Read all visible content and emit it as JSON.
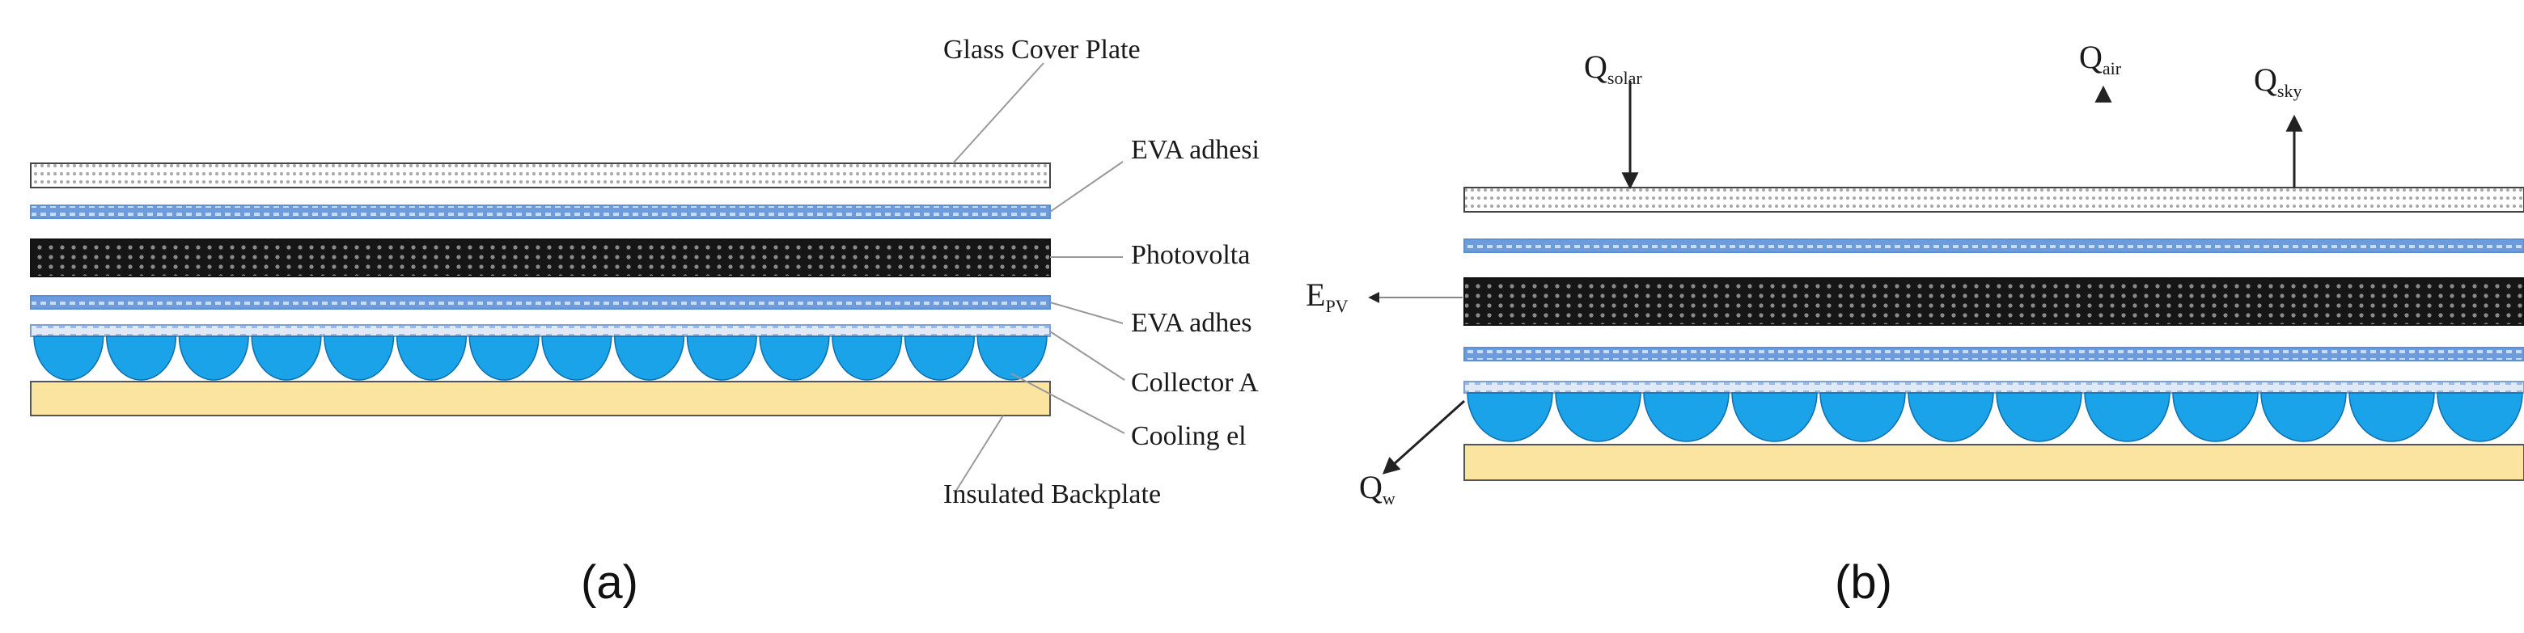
{
  "panel_a": {
    "caption": "(a)",
    "labels": {
      "glass": "Glass Cover Plate",
      "eva_top": "EVA adhesi",
      "pv": "Photovolta",
      "eva_bottom": "EVA adhes",
      "collector": "Collector A",
      "cooling": "Cooling el",
      "backplate": "Insulated Backplate"
    }
  },
  "panel_b": {
    "caption": "(b)",
    "q_solar": {
      "main": "Q",
      "sub": "solar"
    },
    "q_air": {
      "main": "Q",
      "sub": "air"
    },
    "q_sky": {
      "main": "Q",
      "sub": "sky"
    },
    "e_pv": {
      "main": "E",
      "sub": "PV"
    },
    "q_w": {
      "main": "Q",
      "sub": "w"
    }
  },
  "colors": {
    "glass_dots": "#9a9a9a",
    "eva_blue": "#5b8fd6",
    "eva_light": "#b9d3f2",
    "pv_dark": "#1b1b1b",
    "collector_blue": "#1aa3e8",
    "backplate_yellow": "#fbe3a0",
    "line": "#333333"
  }
}
